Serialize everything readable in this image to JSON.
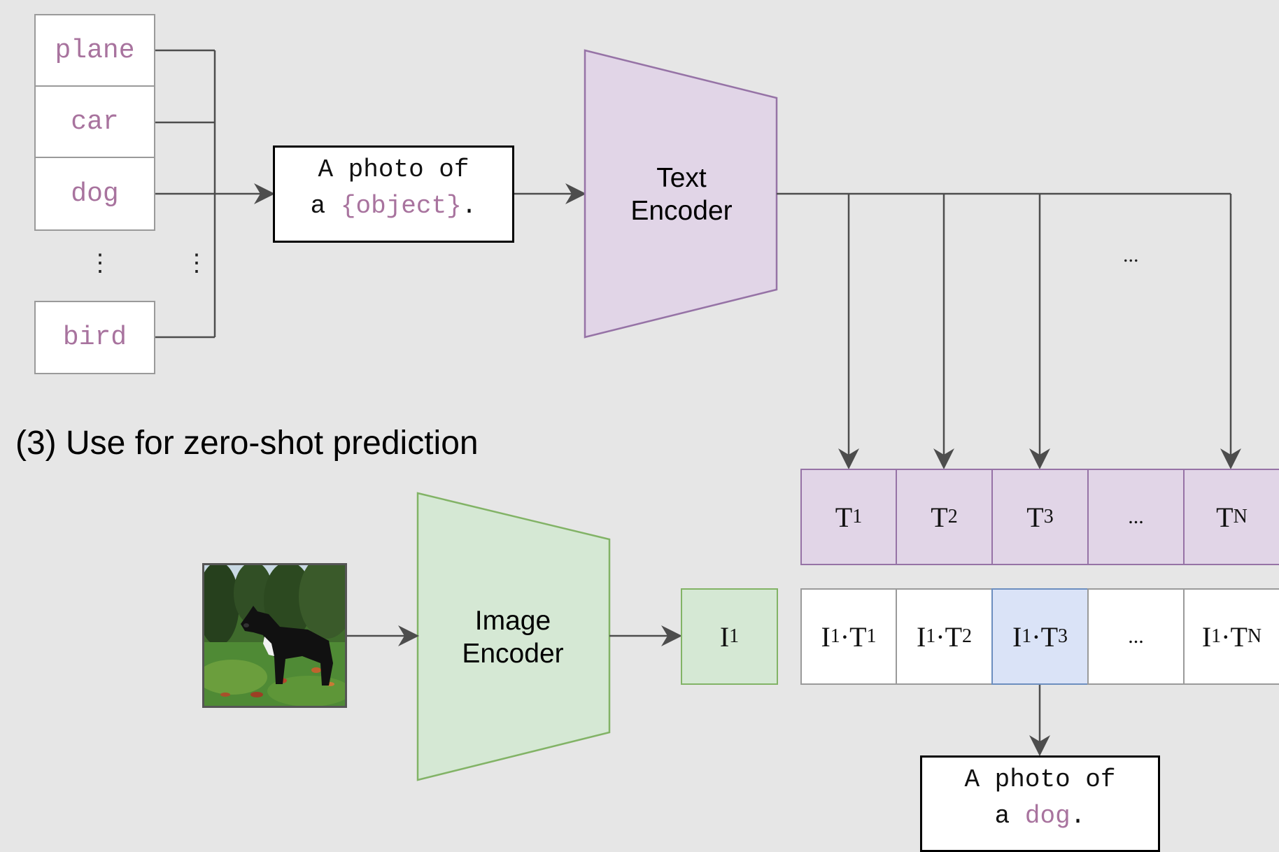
{
  "classes": [
    "plane",
    "car",
    "dog",
    "bird"
  ],
  "list_ellipsis": "⋮",
  "prompt_template": {
    "line1": "A photo of",
    "line2_prefix": "a ",
    "placeholder": "{object}",
    "line2_suffix": "."
  },
  "text_encoder": {
    "line1": "Text",
    "line2": "Encoder"
  },
  "image_encoder": {
    "line1": "Image",
    "line2": "Encoder"
  },
  "section_title": "(3) Use for zero-shot prediction",
  "branch_ellipsis": "...",
  "text_embeddings": [
    {
      "base": "T",
      "sub": "1"
    },
    {
      "base": "T",
      "sub": "2"
    },
    {
      "base": "T",
      "sub": "3"
    },
    {
      "base": "...",
      "sub": ""
    },
    {
      "base": "T",
      "sub": "N"
    }
  ],
  "image_embedding": {
    "base": "I",
    "sub": "1"
  },
  "similarities": [
    {
      "a": "I",
      "a_sub": "1",
      "dot": "·",
      "b": "T",
      "b_sub": "1"
    },
    {
      "a": "I",
      "a_sub": "1",
      "dot": "·",
      "b": "T",
      "b_sub": "2"
    },
    {
      "a": "I",
      "a_sub": "1",
      "dot": "·",
      "b": "T",
      "b_sub": "3"
    },
    {
      "a": "...",
      "a_sub": "",
      "dot": "",
      "b": "",
      "b_sub": ""
    },
    {
      "a": "I",
      "a_sub": "1",
      "dot": "·",
      "b": "T",
      "b_sub": "N"
    }
  ],
  "highlighted_index": 2,
  "result": {
    "line1": "A photo of",
    "line2_prefix": "a ",
    "predicted": "dog",
    "line2_suffix": "."
  },
  "colors": {
    "background": "#e6e6e6",
    "text_encoder_fill": "#e1d5e7",
    "text_encoder_stroke": "#9673a6",
    "image_encoder_fill": "#d5e8d4",
    "image_encoder_stroke": "#82b366",
    "highlight_fill": "#dae3f7",
    "highlight_stroke": "#6c8ebf",
    "class_text": "#a8739e",
    "arrow": "#4d4d4d"
  }
}
